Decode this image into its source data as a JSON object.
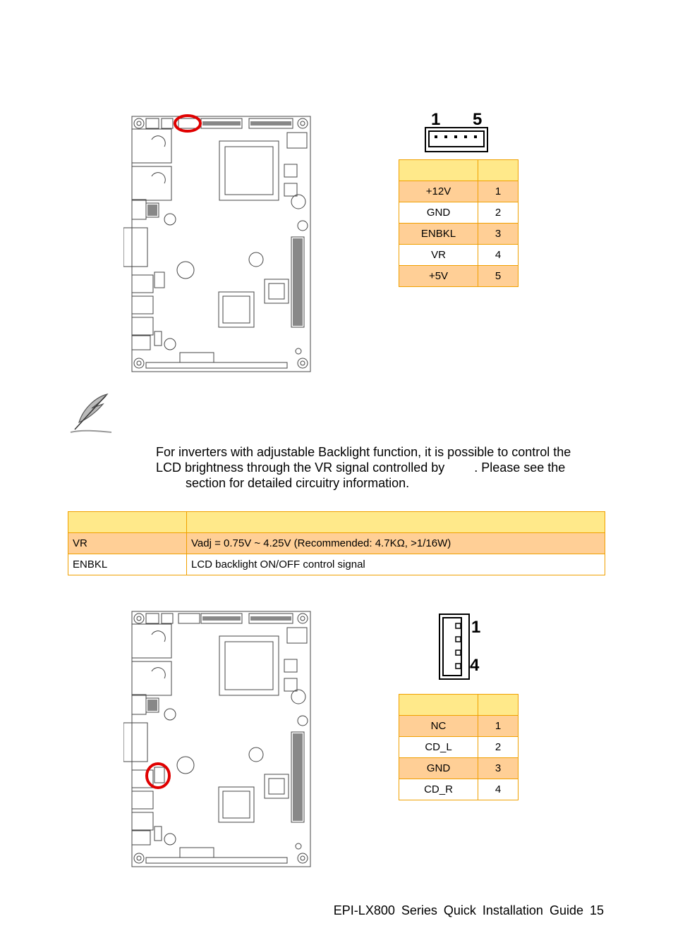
{
  "backlight": {
    "connector_pin_first": "1",
    "connector_pin_last": "5",
    "pins": [
      {
        "signal": "+12V",
        "pin": "1"
      },
      {
        "signal": "GND",
        "pin": "2"
      },
      {
        "signal": "ENBKL",
        "pin": "3"
      },
      {
        "signal": "VR",
        "pin": "4"
      },
      {
        "signal": "+5V",
        "pin": "5"
      }
    ]
  },
  "note": {
    "line1": "For inverters with adjustable Backlight function, it is possible to control the",
    "line2": "LCD brightness through the VR signal controlled by",
    "line2_tail": ". Please see the",
    "line3": "section for detailed circuitry information."
  },
  "signals": [
    {
      "name": "VR",
      "description": "Vadj = 0.75V ~ 4.25V (Recommended: 4.7KΩ, >1/16W)"
    },
    {
      "name": "ENBKL",
      "description": "LCD backlight ON/OFF control signal"
    }
  ],
  "cdin": {
    "connector_pin_first": "1",
    "connector_pin_last": "4",
    "pins": [
      {
        "signal": "NC",
        "pin": "1"
      },
      {
        "signal": "CD_L",
        "pin": "2"
      },
      {
        "signal": "GND",
        "pin": "3"
      },
      {
        "signal": "CD_R",
        "pin": "4"
      }
    ]
  },
  "footer": {
    "text": "EPI-LX800 Series Quick Installation Guide 15"
  },
  "colors": {
    "border": "#f0a000",
    "header": "#ffe98a",
    "row_highlight": "#ffcf96",
    "callout": "#e00000"
  },
  "icons": [
    "motherboard-diagram",
    "connector-5pin",
    "feather-note-icon",
    "connector-4pin"
  ]
}
